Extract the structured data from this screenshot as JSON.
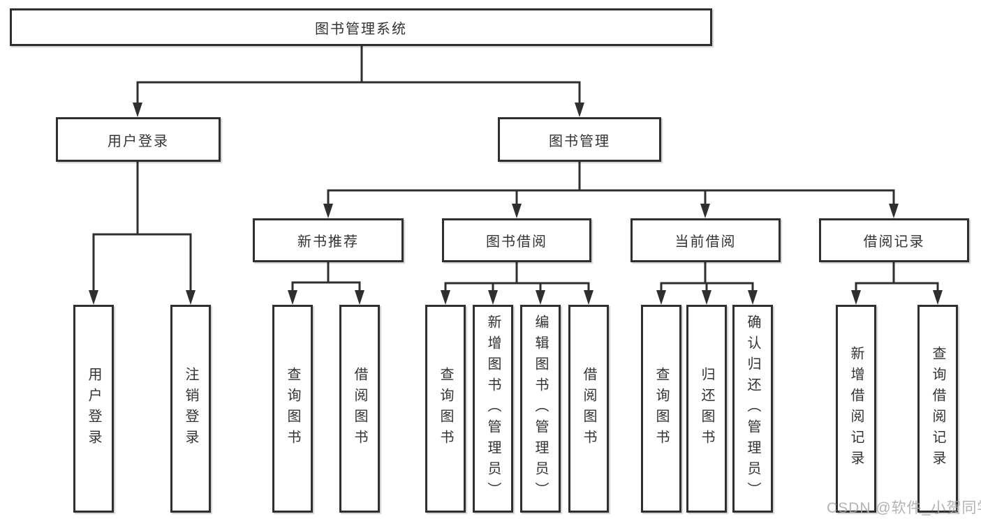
{
  "colors": {
    "background": "#ffffff",
    "line": "#2f2f2f",
    "box_border": "#2f2f2f",
    "text": "#333333",
    "watermark_text_color": "#a6a6a6"
  },
  "tree": {
    "root": {
      "label": "图书管理系统",
      "children": [
        {
          "label": "用户登录",
          "children": [
            {
              "label": "用户登录"
            },
            {
              "label": "注销登录"
            }
          ]
        },
        {
          "label": "图书管理",
          "children": [
            {
              "label": "新书推荐",
              "children": [
                {
                  "label": "查询图书"
                },
                {
                  "label": "借阅图书"
                }
              ]
            },
            {
              "label": "图书借阅",
              "children": [
                {
                  "label": "查询图书"
                },
                {
                  "label": "新增图书（管理员）"
                },
                {
                  "label": "编辑图书（管理员）"
                },
                {
                  "label": "借阅图书"
                }
              ]
            },
            {
              "label": "当前借阅",
              "children": [
                {
                  "label": "查询图书"
                },
                {
                  "label": "归还图书"
                },
                {
                  "label": "确认归还（管理员）"
                }
              ]
            },
            {
              "label": "借阅记录",
              "children": [
                {
                  "label": "新增借阅记录"
                },
                {
                  "label": "查询借阅记录"
                }
              ]
            }
          ]
        }
      ]
    }
  },
  "watermark": {
    "text": "CSDN @软件_小贺同学"
  }
}
